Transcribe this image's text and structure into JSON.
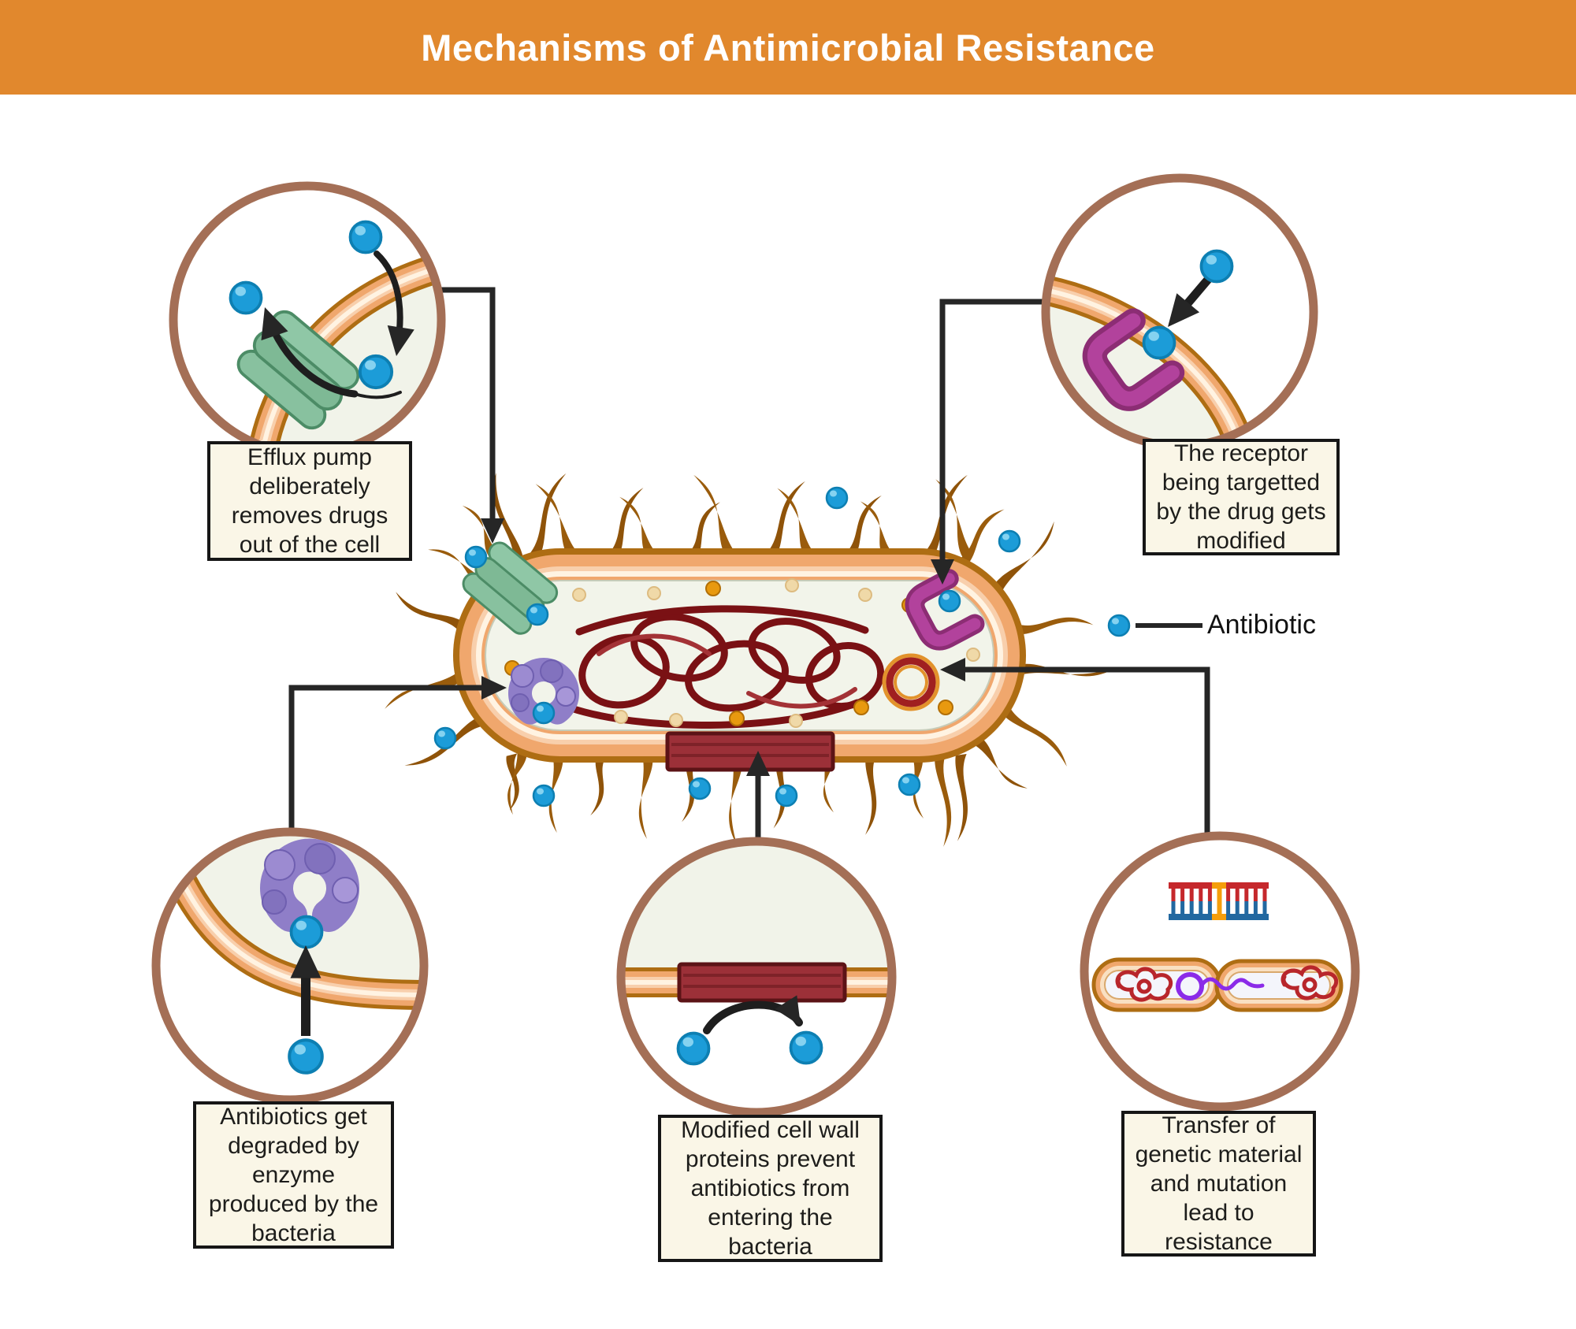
{
  "header": {
    "title": "Mechanisms of Antimicrobial Resistance"
  },
  "legend": {
    "antibiotic_label": "Antibiotic"
  },
  "callouts": {
    "efflux_pump": "Efflux pump\ndeliberately\nremoves drugs\nout of the cell",
    "receptor": "The receptor\nbeing targetted\nby the drug gets\nmodified",
    "enzyme": "Antibiotics get\ndegraded by\nenzyme\nproduced by the\nbacteria",
    "cell_wall": "Modified cell wall\nproteins prevent\nantibiotics from\nentering the\nbacteria",
    "genetic_transfer": "Transfer of\ngenetic material\nand mutation\nlead to\nresistance"
  },
  "colors": {
    "header-bg": "#E1882D",
    "header-text": "#FFFFFF",
    "circle-ring": "#A46F56",
    "box-bg": "#FAF6E7",
    "box-border": "#161616",
    "text": "#1D1D1B",
    "antibiotic-blue": "#1C9CD8",
    "membrane-orange": "#F0A76D",
    "membrane-edge": "#AE6D13",
    "cytoplasm": "#F2F4EA",
    "flagella-brown": "#95550A",
    "pump-green": "#82BD9D",
    "enzyme-purple": "#8F7EC8",
    "receptor-magenta": "#B2429C",
    "nucleoid-red": "#7A1114",
    "wall-red": "#9C3038",
    "connector": "#262626"
  }
}
